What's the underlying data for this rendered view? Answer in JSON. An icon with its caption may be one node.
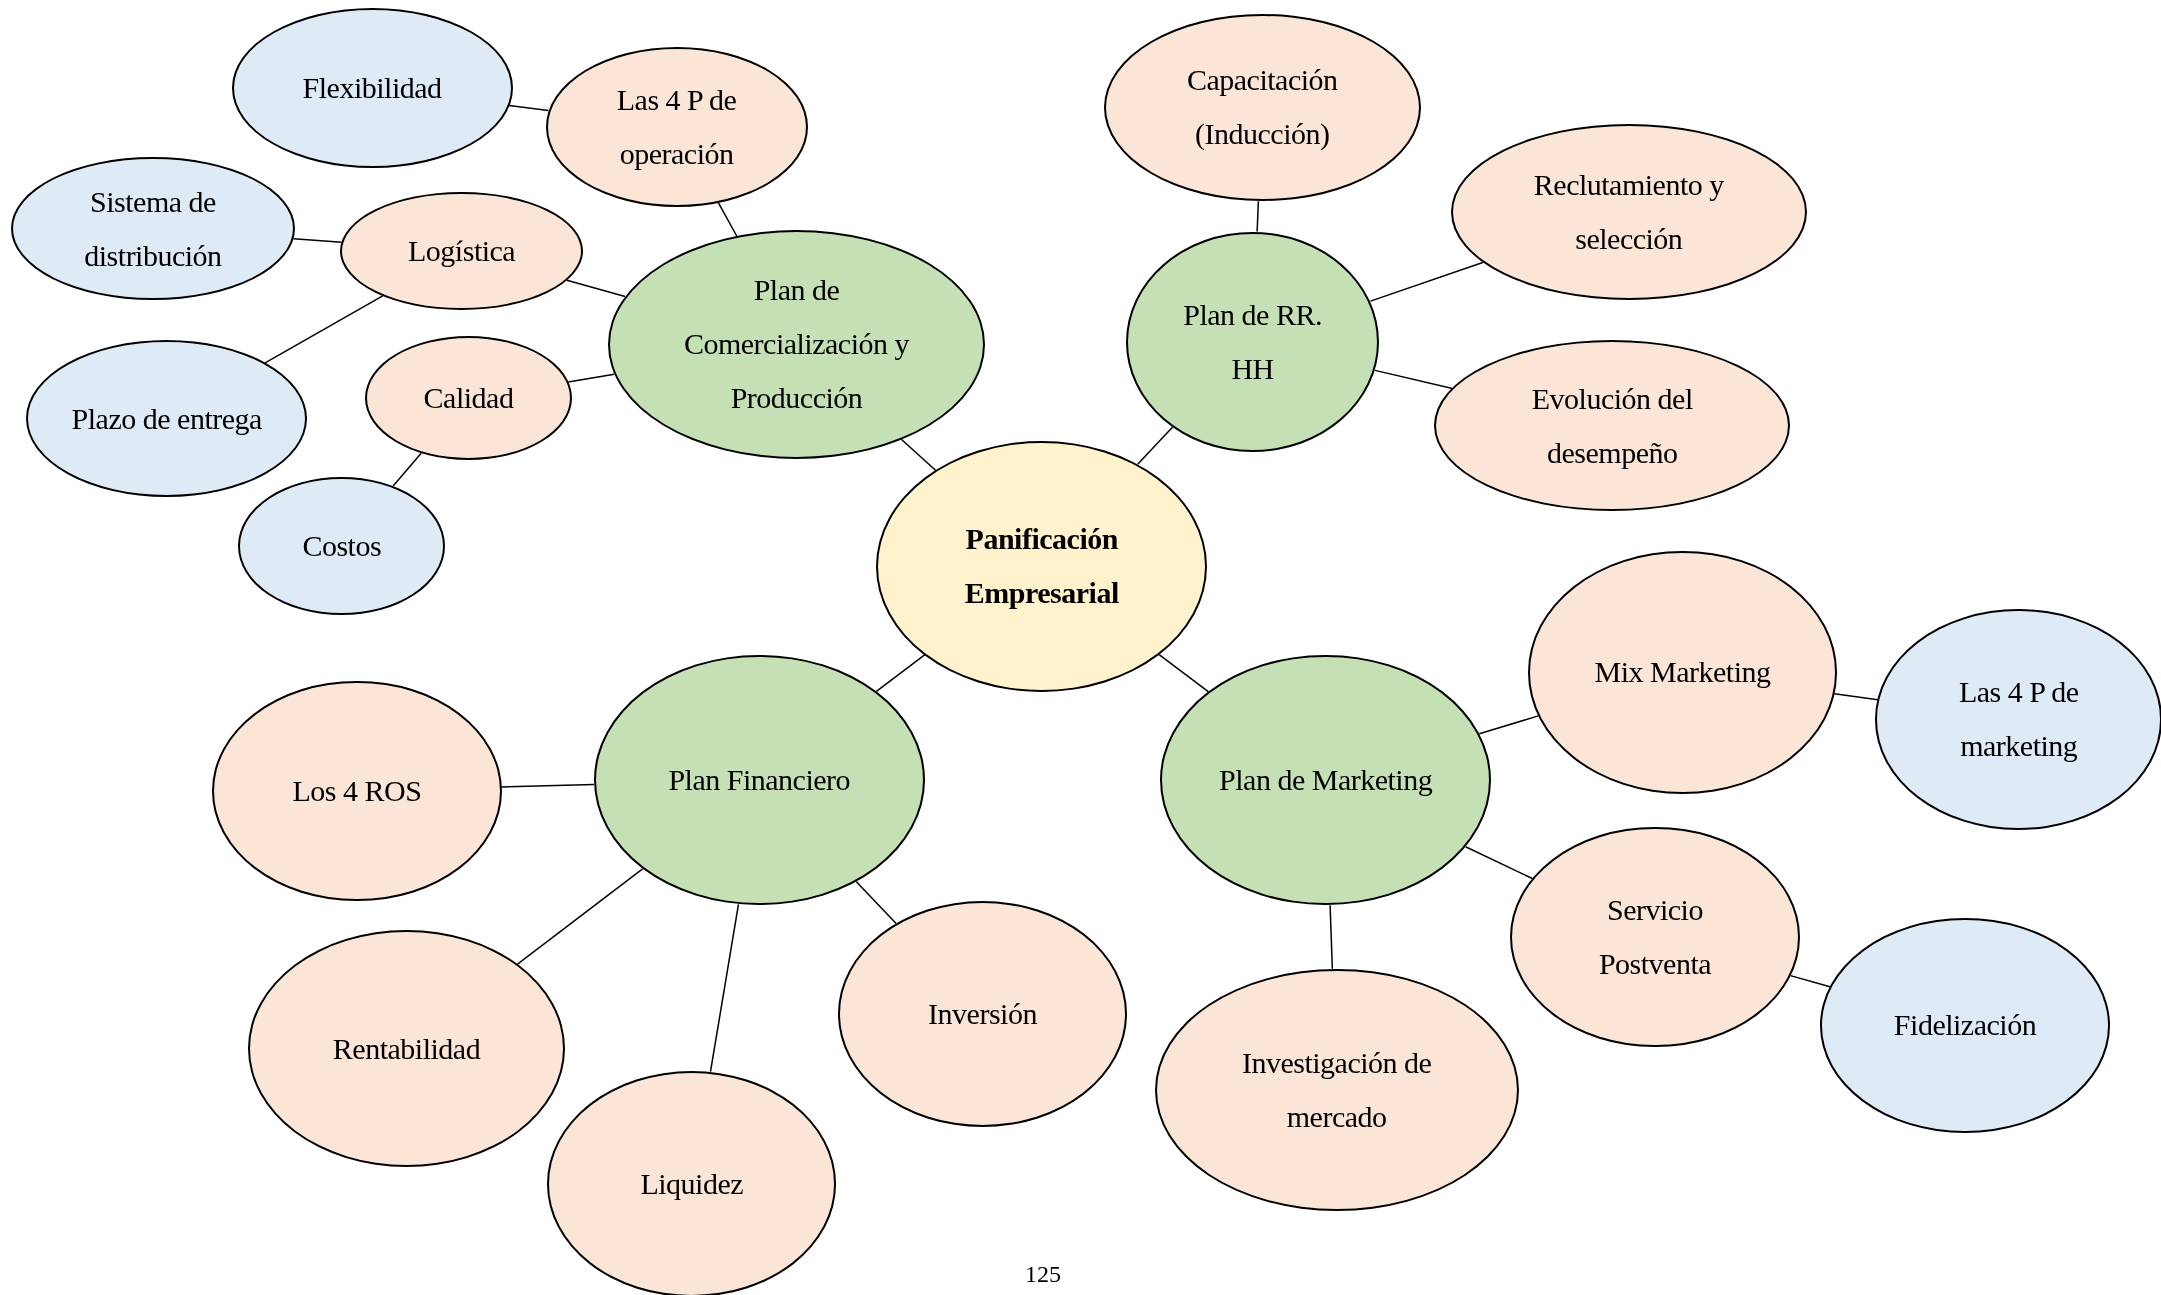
{
  "diagram": {
    "nodes": [
      {
        "text": [
          "Panificación Empresarial"
        ]
      },
      {
        "text": [
          "Plan de Comercialización y Producción"
        ]
      },
      {
        "text": [
          "Plan de RR. HH"
        ]
      },
      {
        "text": [
          "Plan Financiero"
        ]
      },
      {
        "text": [
          "Plan de Marketing"
        ]
      },
      {
        "text": [
          "Las 4 P de operación"
        ]
      },
      {
        "text": [
          "Flexibilidad"
        ]
      },
      {
        "text": [
          "Logística"
        ]
      },
      {
        "text": [
          "Sistema de distribución"
        ]
      },
      {
        "text": [
          "Plazo de entrega"
        ]
      },
      {
        "text": [
          "Calidad"
        ]
      },
      {
        "text": [
          "Costos"
        ]
      },
      {
        "text": [
          "Capacitación (Inducción)"
        ]
      },
      {
        "text": [
          "Reclutamiento y selección"
        ]
      },
      {
        "text": [
          "Evolución del desempeño"
        ]
      },
      {
        "text": [
          "Mix Marketing"
        ]
      },
      {
        "text": [
          "Las 4 P de marketing"
        ]
      },
      {
        "text": [
          "Servicio Postventa"
        ]
      },
      {
        "text": [
          "Fidelización"
        ]
      },
      {
        "text": [
          "Investigación de mercado"
        ]
      },
      {
        "text": [
          "Los 4 ROS"
        ]
      },
      {
        "text": [
          "Rentabilidad"
        ]
      },
      {
        "text": [
          "Liquidez"
        ]
      },
      {
        "text": [
          "Inversión"
        ]
      }
    ],
    "edges": [
      {
        "from": 0,
        "to": 1,
        "arrow": "none"
      },
      {
        "from": 0,
        "to": 2,
        "arrow": "none"
      },
      {
        "from": 0,
        "to": 3,
        "arrow": "none"
      },
      {
        "from": 0,
        "to": 4,
        "arrow": "none"
      },
      {
        "from": 1,
        "to": 5,
        "arrow": "none"
      },
      {
        "from": 5,
        "to": 6,
        "arrow": "none"
      },
      {
        "from": 1,
        "to": 7,
        "arrow": "none"
      },
      {
        "from": 7,
        "to": 8,
        "arrow": "none"
      },
      {
        "from": 7,
        "to": 9,
        "arrow": "none"
      },
      {
        "from": 1,
        "to": 10,
        "arrow": "none"
      },
      {
        "from": 10,
        "to": 11,
        "arrow": "none"
      },
      {
        "from": 2,
        "to": 12,
        "arrow": "none"
      },
      {
        "from": 2,
        "to": 13,
        "arrow": "none"
      },
      {
        "from": 2,
        "to": 14,
        "arrow": "none"
      },
      {
        "from": 4,
        "to": 15,
        "arrow": "none"
      },
      {
        "from": 15,
        "to": 16,
        "arrow": "none"
      },
      {
        "from": 4,
        "to": 17,
        "arrow": "none"
      },
      {
        "from": 17,
        "to": 18,
        "arrow": "none"
      },
      {
        "from": 4,
        "to": 19,
        "arrow": "none"
      },
      {
        "from": 3,
        "to": 20,
        "arrow": "none"
      },
      {
        "from": 3,
        "to": 21,
        "arrow": "none"
      },
      {
        "from": 3,
        "to": 22,
        "arrow": "none"
      },
      {
        "from": 3,
        "to": 23,
        "arrow": "none"
      }
    ],
    "labels": [
      "125"
    ]
  }
}
